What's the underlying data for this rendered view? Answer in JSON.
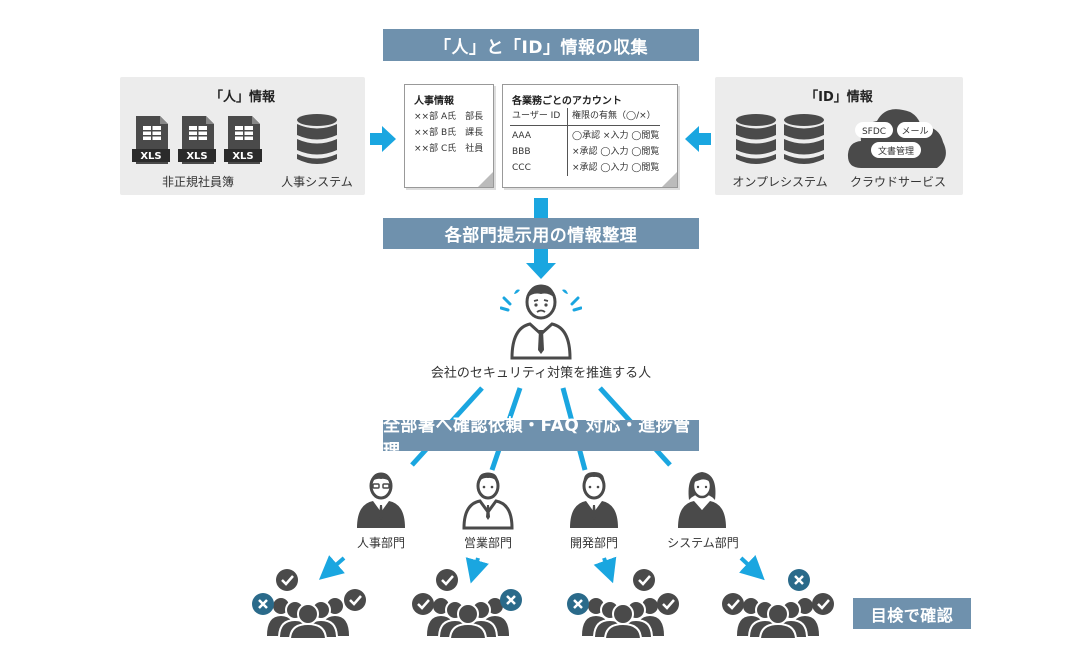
{
  "top_banner": "「人」と「ID」情報の収集",
  "left_panel": {
    "title": "「人」情報",
    "xls_label": "XLS",
    "caption_files": "非正規社員簿",
    "caption_system": "人事システム"
  },
  "doc1": {
    "title": "人事情報",
    "rows": [
      "××部 A氏　部長",
      "××部 B氏　課長",
      "××部 C氏　社員"
    ]
  },
  "doc2": {
    "title": "各業務ごとのアカウント",
    "col_user": "ユーザー ID",
    "col_perm": "権限の有無（◯/×）",
    "users": [
      "AAA",
      "BBB",
      "CCC"
    ],
    "perms": [
      "◯承認 ×入力 ◯閲覧",
      "×承認 ◯入力 ◯閲覧",
      "×承認 ◯入力 ◯閲覧"
    ]
  },
  "right_panel": {
    "title": "「ID」情報",
    "caption_onprem": "オンプレシステム",
    "caption_cloud": "クラウドサービス",
    "cloud_tags": [
      "SFDC",
      "メール",
      "文書管理"
    ]
  },
  "mid_banner": "各部門提示用の情報整理",
  "person_caption": "会社のセキュリティ対策を推進する人",
  "bottom_banner": "全部署へ確認依頼・FAQ 対応・進捗管理",
  "departments": [
    "人事部門",
    "営業部門",
    "開発部門",
    "システム部門"
  ],
  "visual_check_label": "目検で確認",
  "colors": {
    "banner": "#6f91ad",
    "panel": "#ececec",
    "arrow": "#1aa6e0",
    "icon": "#4a4a4a",
    "ok_badge": "#4a4a4a",
    "ng_badge": "#2a6a8a"
  }
}
